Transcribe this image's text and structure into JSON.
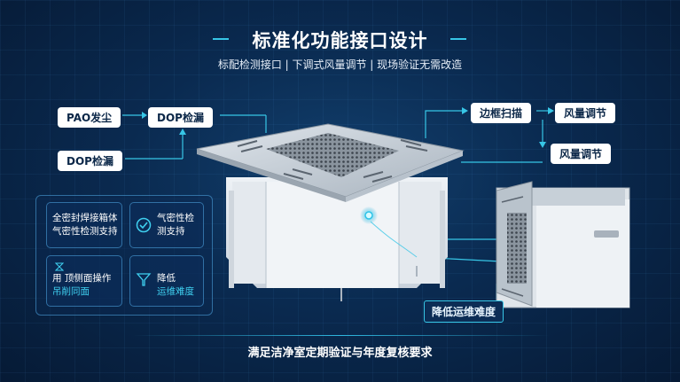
{
  "header": {
    "title": "标准化功能接口设计",
    "subtitle": "标配检测接口 | 下调式风量调节 | 现场验证无需改造"
  },
  "tags": {
    "pao_dust": "PAO发尘",
    "dop_leak": "DOP检漏",
    "dop_leak_2": "DOP检漏",
    "frame_scan": "边框扫描",
    "air_adjust_1": "风量调节",
    "air_adjust_2": "风量调节",
    "reduce_maint": "降低运维难度"
  },
  "features": [
    {
      "line1": "全密封焊接箱体",
      "line2": "气密性检测支持"
    },
    {
      "line1": "气密性检",
      "line2": "测支持"
    },
    {
      "line1": "用 顶侧面操作",
      "line2": "吊削同面"
    },
    {
      "line1": "降低",
      "line2": "运维难度"
    }
  ],
  "footer": {
    "text": "满足洁净室定期验证与年度复核要求"
  },
  "colors": {
    "accent": "#37c6e6",
    "background": "#0a2a50",
    "tag_bg": "#ffffff"
  },
  "icons": [
    "check-circle-icon",
    "hourglass-icon",
    "funnel-arrow-icon"
  ]
}
